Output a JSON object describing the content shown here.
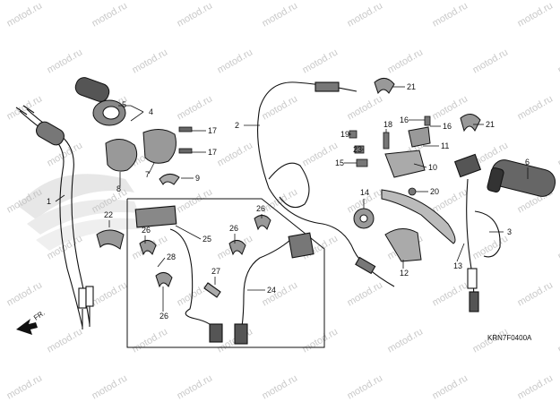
{
  "diagram": {
    "code": "KRN7F0400A",
    "front_label": "FR.",
    "watermark": "motod.ru",
    "parts": [
      {
        "key": "p1",
        "number": "1"
      },
      {
        "key": "p2",
        "number": "2"
      },
      {
        "key": "p3",
        "number": "3"
      },
      {
        "key": "p4",
        "number": "4"
      },
      {
        "key": "p5",
        "number": "5"
      },
      {
        "key": "p6",
        "number": "6"
      },
      {
        "key": "p7",
        "number": "7"
      },
      {
        "key": "p8",
        "number": "8"
      },
      {
        "key": "p9",
        "number": "9"
      },
      {
        "key": "p10",
        "number": "10"
      },
      {
        "key": "p11",
        "number": "11"
      },
      {
        "key": "p12",
        "number": "12"
      },
      {
        "key": "p13",
        "number": "13"
      },
      {
        "key": "p14",
        "number": "14"
      },
      {
        "key": "p15",
        "number": "15"
      },
      {
        "key": "p16a",
        "number": "16"
      },
      {
        "key": "p16b",
        "number": "16"
      },
      {
        "key": "p17a",
        "number": "17"
      },
      {
        "key": "p17b",
        "number": "17"
      },
      {
        "key": "p18",
        "number": "18"
      },
      {
        "key": "p19",
        "number": "19"
      },
      {
        "key": "p20",
        "number": "20"
      },
      {
        "key": "p21a",
        "number": "21"
      },
      {
        "key": "p21b",
        "number": "21"
      },
      {
        "key": "p22",
        "number": "22"
      },
      {
        "key": "p23",
        "number": "23"
      },
      {
        "key": "p24",
        "number": "24"
      },
      {
        "key": "p25",
        "number": "25"
      },
      {
        "key": "p26a",
        "number": "26"
      },
      {
        "key": "p26b",
        "number": "26"
      },
      {
        "key": "p26c",
        "number": "26"
      },
      {
        "key": "p26d",
        "number": "26"
      },
      {
        "key": "p27",
        "number": "27"
      },
      {
        "key": "p28",
        "number": "28"
      }
    ]
  }
}
